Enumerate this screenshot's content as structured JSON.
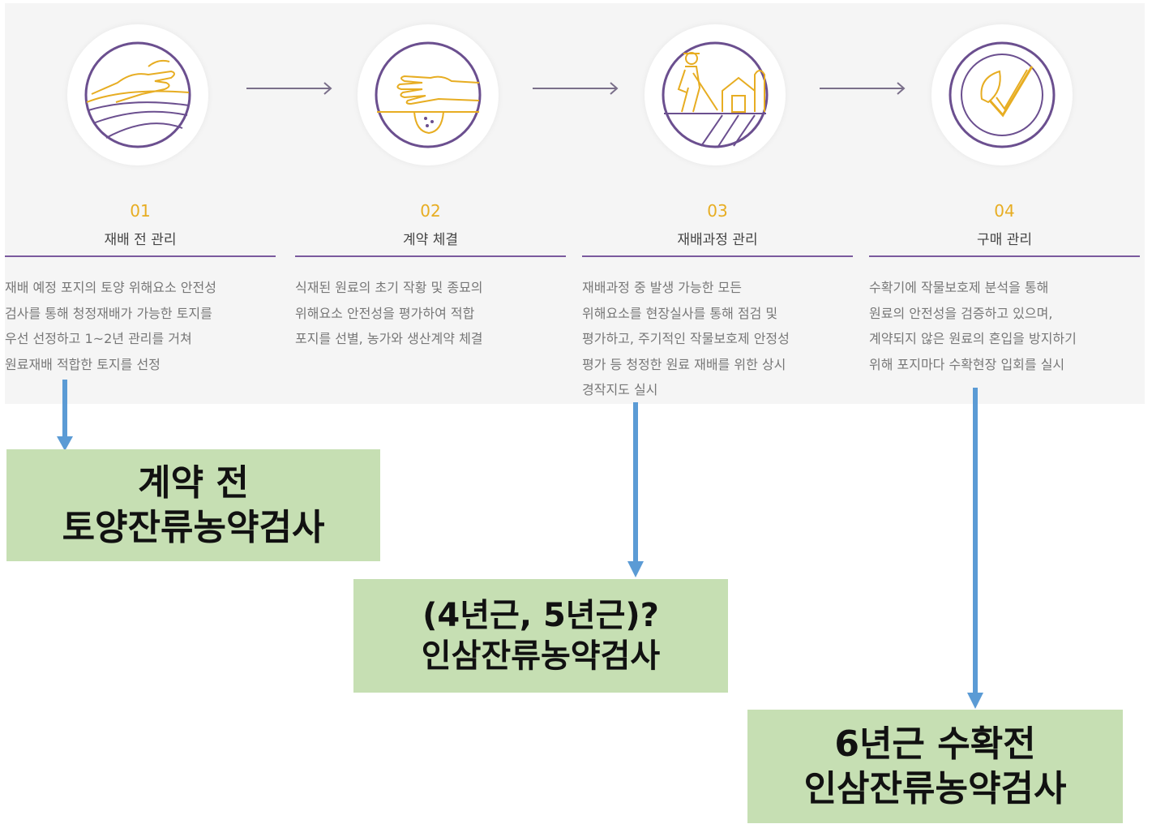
{
  "steps": [
    {
      "num": "01",
      "title": "재배 전 관리",
      "desc": [
        "재배 예정 포지의 토양 위해요소 안전성",
        "검사를 통해 청정재배가 가능한 토지를",
        "우선 선정하고 1~2년 관리를 거쳐",
        "원료재배 적합한 토지를 선정"
      ]
    },
    {
      "num": "02",
      "title": "계약 체결",
      "desc": [
        "식재된 원료의 초기 작황 및 종묘의",
        "위해요소 안전성을 평가하여 적합",
        "포지를 선별, 농가와 생산계약 체결"
      ]
    },
    {
      "num": "03",
      "title": "재배과정 관리",
      "desc": [
        "재배과정 중 발생 가능한 모든",
        "위해요소를 현장실사를 통해 점검 및",
        "평가하고, 주기적인 작물보호제 안정성",
        "평가 등 청정한 원료 재배를 위한 상시",
        "경작지도 실시"
      ]
    },
    {
      "num": "04",
      "title": "구매 관리",
      "desc": [
        "수확기에 작물보호제 분석을 통해",
        "원료의 안전성을 검증하고 있으며,",
        "계약되지 않은 원료의 혼입을 방지하기",
        "위해 포지마다 수확현장 입회를 실시"
      ]
    }
  ],
  "callouts": [
    {
      "line1": "계약 전",
      "line2": "토양잔류농약검사"
    },
    {
      "line1": "(4년근, 5년근)?",
      "line2": "인삼잔류농약검사"
    },
    {
      "line1": "6년근 수확전",
      "line2": "인삼잔류농약검사"
    }
  ],
  "colors": {
    "accent_gold": "#e7ad22",
    "accent_purple": "#7a5a9e",
    "arrow_blue": "#5b9bd5",
    "callout_green": "#c6dfb3"
  },
  "icons": [
    "hand-soil-icon",
    "hand-seed-icon",
    "farmer-barn-icon",
    "leaf-check-icon"
  ]
}
